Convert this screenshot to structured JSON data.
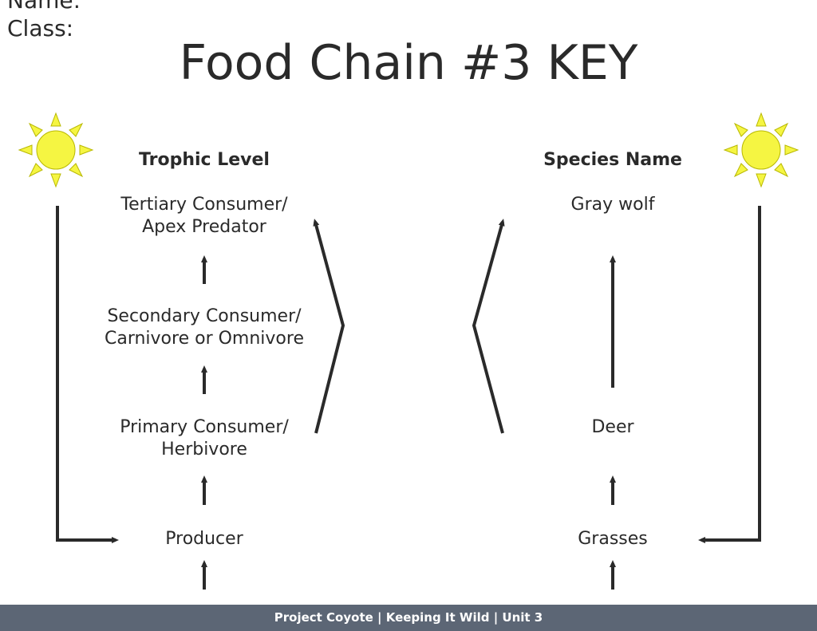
{
  "header": {
    "name_label": "Name:",
    "class_label": "Class:"
  },
  "title": "Food Chain #3 KEY",
  "trophic": {
    "heading": "Trophic Level",
    "levels": [
      {
        "line1": "Tertiary Consumer/",
        "line2": "Apex Predator"
      },
      {
        "line1": "Secondary Consumer/",
        "line2": "Carnivore or Omnivore"
      },
      {
        "line1": "Primary Consumer/",
        "line2": "Herbivore"
      },
      {
        "line1": "Producer",
        "line2": ""
      }
    ]
  },
  "species": {
    "heading": "Species Name",
    "names": [
      "Gray wolf",
      "",
      "Deer",
      "Grasses"
    ]
  },
  "icons": {
    "sun_left": "sun-icon",
    "sun_right": "sun-icon",
    "sun_fill": "#f5f542",
    "sun_stroke": "#b8b800"
  },
  "colors": {
    "line": "#2a2a2a",
    "footer_bg": "#5c6675"
  },
  "footer": {
    "text": "Project Coyote | Keeping It Wild | Unit 3"
  }
}
